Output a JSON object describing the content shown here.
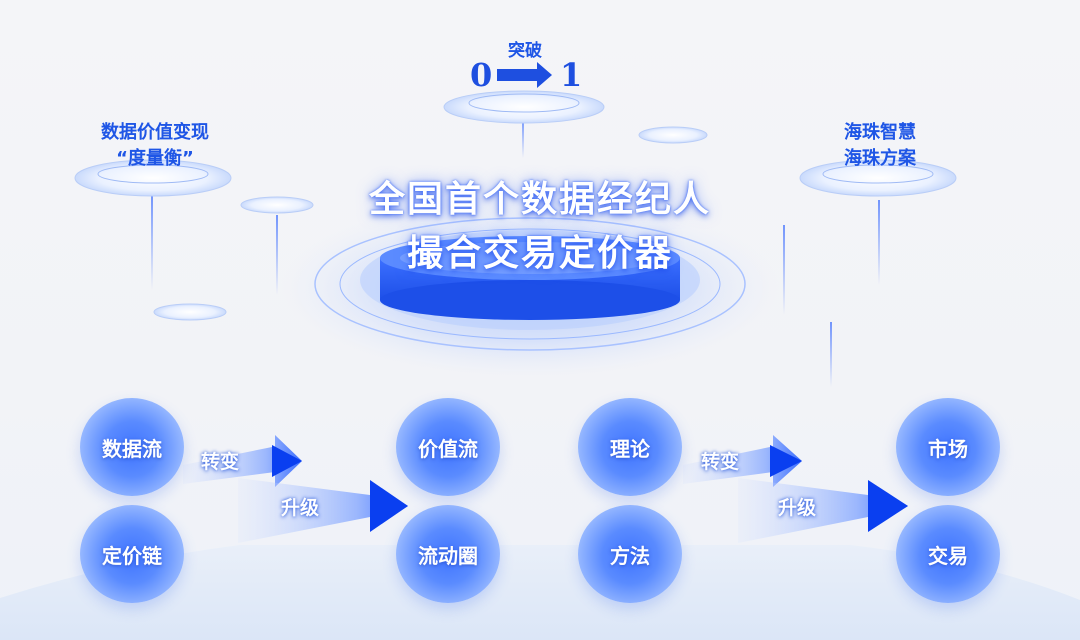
{
  "title": {
    "line1": "全国首个数据经纪人",
    "line2": "撮合交易定价器"
  },
  "breakthrough": {
    "label": "突破",
    "from": "0",
    "to": "1"
  },
  "left_caption": {
    "line1": "数据价值变现",
    "line2": "“度量衡”"
  },
  "right_caption": {
    "line1": "海珠智慧",
    "line2": "海珠方案"
  },
  "left_group": {
    "source_top": "数据流",
    "source_bottom": "定价链",
    "target_top": "价值流",
    "target_bottom": "流动圈",
    "arrow_top": "转变",
    "arrow_bottom": "升级"
  },
  "right_group": {
    "source_top": "理论",
    "source_bottom": "方法",
    "target_top": "市场",
    "target_bottom": "交易",
    "arrow_top": "转变",
    "arrow_bottom": "升级"
  },
  "colors": {
    "accent": "#1f56e6",
    "bubble_core": "#3f74ff",
    "arrow": "#0a3ff0"
  }
}
